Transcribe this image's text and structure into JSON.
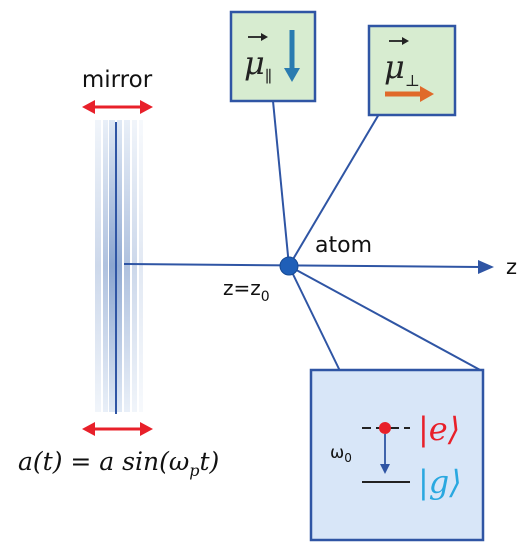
{
  "labels": {
    "mirror": "mirror",
    "atom": "atom",
    "z_axis": "z",
    "position_main": "z=z",
    "position_sub": "0",
    "omega_main": "ω",
    "omega_sub": "0"
  },
  "equation": {
    "lhs": "a(t) = a sin(",
    "omega": "ω",
    "omega_sub": "p",
    "rhs": "t)"
  },
  "dipole_parallel": {
    "symbol": "μ",
    "subscript": "∥",
    "arrow_color": "#2a7bb0"
  },
  "dipole_perpendicular": {
    "symbol": "μ",
    "subscript": "⊥",
    "arrow_color": "#e06a2a"
  },
  "states": {
    "excited": "|e⟩",
    "ground": "|g⟩",
    "excited_color": "#e8202a",
    "ground_color": "#2aa8e0"
  },
  "colors": {
    "line": "#2f55a4",
    "box_fill_green": "#d7ecd0",
    "box_fill_blue": "#d8e6f8",
    "box_border": "#2f55a4",
    "red_arrow": "#e8202a",
    "atom_dot": "#1f5fb8"
  }
}
